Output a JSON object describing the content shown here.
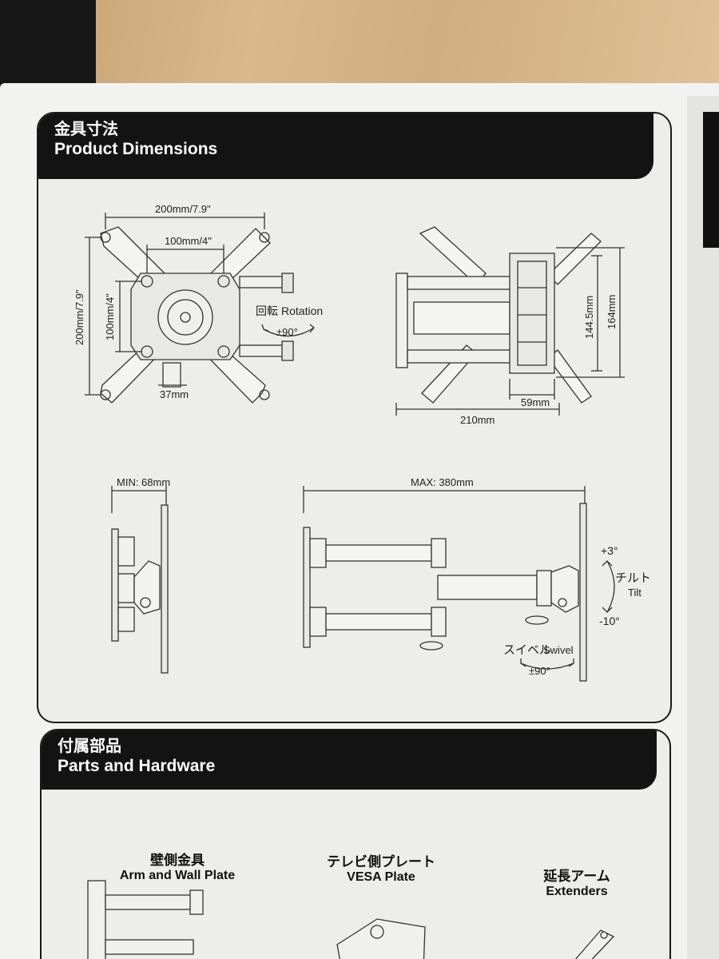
{
  "dimensions_section": {
    "title_jp": "金具寸法",
    "title_en": "Product Dimensions"
  },
  "front_view": {
    "width_outer": "200mm/7.9\"",
    "width_inner": "100mm/4\"",
    "height_outer": "200mm/7.9\"",
    "height_inner": "100mm/4\"",
    "offset": "37mm",
    "rotation_jp": "回転",
    "rotation_en": "Rotation",
    "rotation_value": "±90°"
  },
  "top_view": {
    "depth": "210mm",
    "plate_width": "59mm",
    "height_inner": "144.5mm",
    "height_outer": "164mm"
  },
  "side_min": {
    "label": "MIN: 68mm"
  },
  "side_max": {
    "label": "MAX: 380mm",
    "tilt_up": "+3°",
    "tilt_jp": "チルト",
    "tilt_en": "Tilt",
    "tilt_down": "-10°",
    "swivel_jp": "スイベル",
    "swivel_en": "Swivel",
    "swivel_value": "±90°"
  },
  "parts_section": {
    "title_jp": "付属部品",
    "title_en": "Parts and Hardware",
    "items": [
      {
        "jp": "壁側金具",
        "en": "Arm and Wall Plate"
      },
      {
        "jp": "テレビ側プレート",
        "en": "VESA Plate"
      },
      {
        "jp": "延長アーム",
        "en": "Extenders"
      }
    ]
  },
  "colors": {
    "ink": "#222222",
    "header_bg": "#131313",
    "panel_bg": "#ededeb"
  }
}
